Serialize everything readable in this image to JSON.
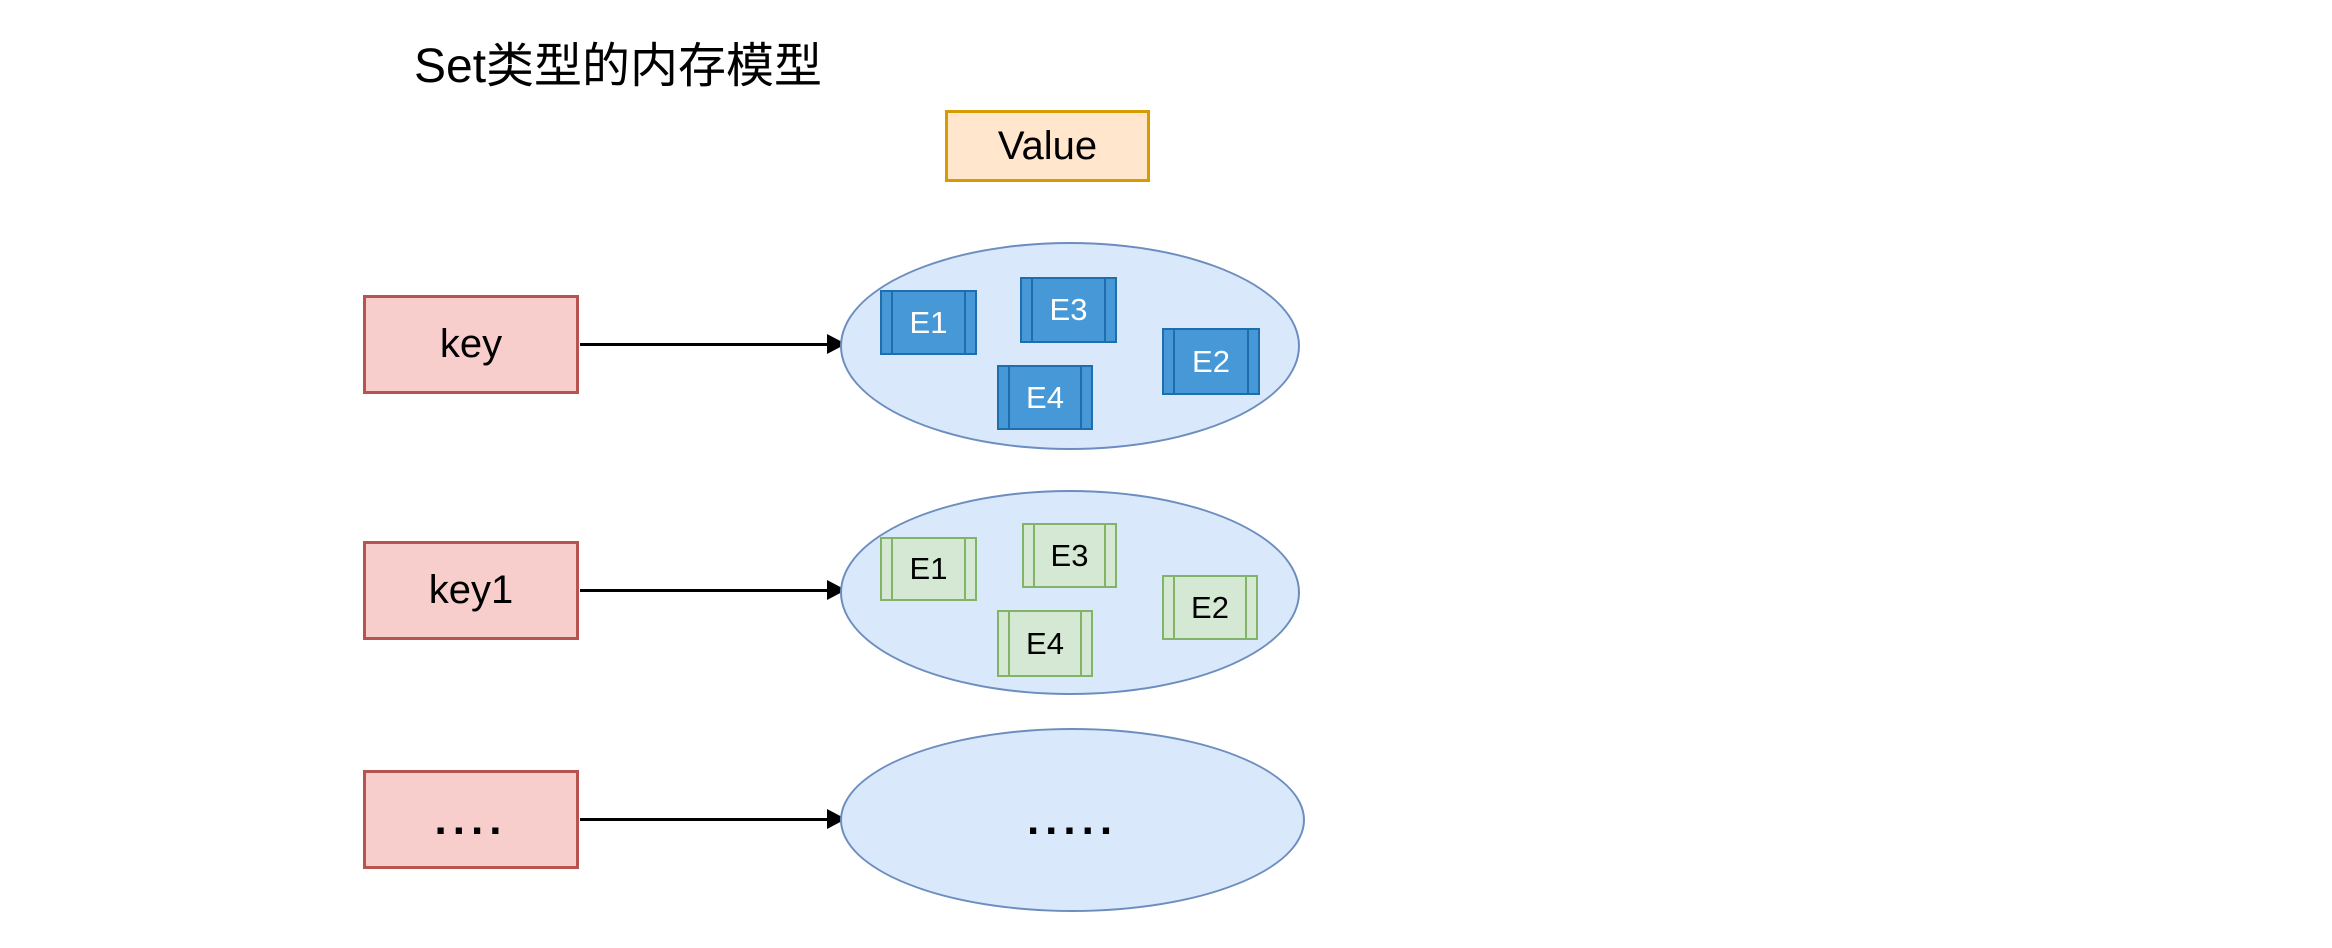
{
  "title": "Set类型的内存模型",
  "value_label": "Value",
  "colors": {
    "key_fill": "#f8cecc",
    "key_stroke": "#b85450",
    "value_fill": "#ffe6cc",
    "value_stroke": "#d79b00",
    "ellipse_fill": "#dae8fc",
    "ellipse_stroke": "#6c8ebf",
    "element_blue_fill": "#4798d6",
    "element_blue_stroke": "#1e6eae",
    "element_blue_text": "#ffffff",
    "element_green_fill": "#d5e8d4",
    "element_green_stroke": "#82b366",
    "element_green_text": "#000000",
    "arrow": "#000000"
  },
  "rows": [
    {
      "key_label": "key",
      "set_elements": [
        {
          "label": "E1"
        },
        {
          "label": "E3"
        },
        {
          "label": "E4"
        },
        {
          "label": "E2"
        }
      ]
    },
    {
      "key_label": "key1",
      "set_elements": [
        {
          "label": "E1"
        },
        {
          "label": "E3"
        },
        {
          "label": "E4"
        },
        {
          "label": "E2"
        }
      ]
    },
    {
      "key_label": "....",
      "ellipse_label": "....."
    }
  ]
}
